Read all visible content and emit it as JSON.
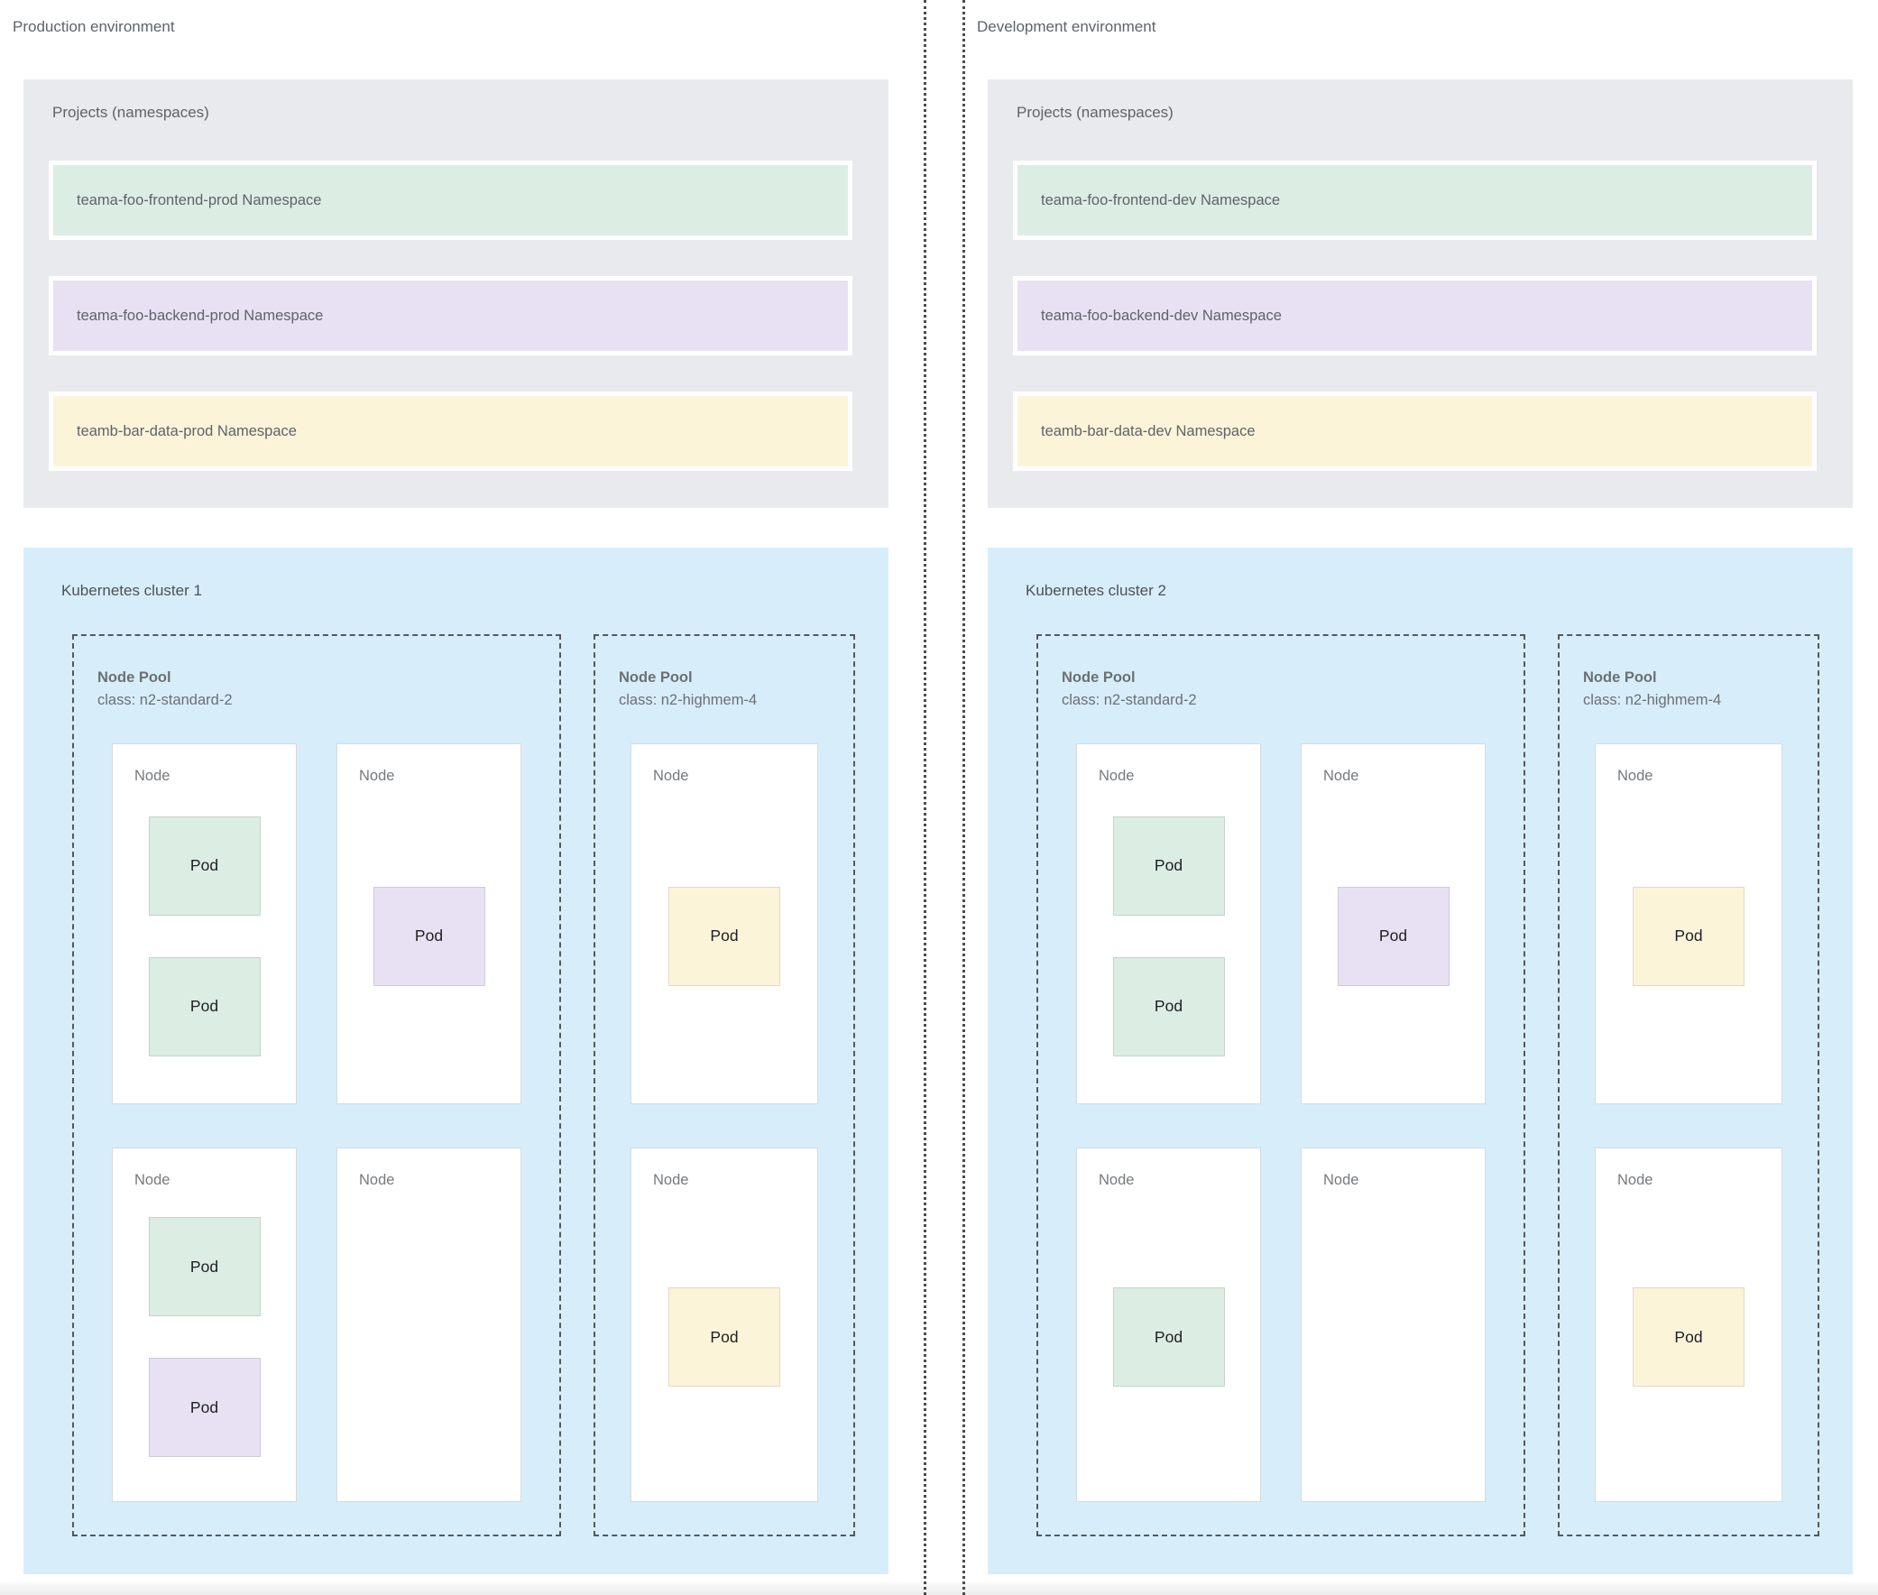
{
  "palette": {
    "green": "#dcede3",
    "purple": "#e8e1f3",
    "yellow": "#fcf4d9",
    "projects_box": "#e8eaed",
    "cluster_box": "#d7eefa",
    "node_bg": "#ffffff",
    "text_gray": "#5f6368",
    "pod_text": "#202124",
    "dashed_border": "#55585c",
    "divider": "#4a4d50"
  },
  "environments": [
    {
      "title": "Production environment",
      "projects_title": "Projects (namespaces)",
      "namespaces": [
        {
          "label": "teama-foo-frontend-prod Namespace",
          "color": "green"
        },
        {
          "label": "teama-foo-backend-prod Namespace",
          "color": "purple"
        },
        {
          "label": "teamb-bar-data-prod Namespace",
          "color": "yellow"
        }
      ],
      "cluster": {
        "title": "Kubernetes cluster 1",
        "pools": [
          {
            "name": "Node Pool",
            "class": "class: n2-standard-2",
            "nodes": [
              {
                "label": "Node",
                "pods": [
                  {
                    "label": "Pod",
                    "color": "green"
                  },
                  {
                    "label": "Pod",
                    "color": "green"
                  }
                ]
              },
              {
                "label": "Node",
                "pods": [
                  {
                    "label": "Pod",
                    "color": "purple"
                  }
                ]
              },
              {
                "label": "Node",
                "pods": [
                  {
                    "label": "Pod",
                    "color": "green"
                  },
                  {
                    "label": "Pod",
                    "color": "purple"
                  }
                ]
              },
              {
                "label": "Node",
                "pods": []
              }
            ]
          },
          {
            "name": "Node Pool",
            "class": "class: n2-highmem-4",
            "nodes": [
              {
                "label": "Node",
                "pods": [
                  {
                    "label": "Pod",
                    "color": "yellow"
                  }
                ]
              },
              {
                "label": "Node",
                "pods": [
                  {
                    "label": "Pod",
                    "color": "yellow"
                  }
                ]
              }
            ]
          }
        ]
      }
    },
    {
      "title": "Development environment",
      "projects_title": "Projects (namespaces)",
      "namespaces": [
        {
          "label": "teama-foo-frontend-dev Namespace",
          "color": "green"
        },
        {
          "label": "teama-foo-backend-dev Namespace",
          "color": "purple"
        },
        {
          "label": "teamb-bar-data-dev Namespace",
          "color": "yellow"
        }
      ],
      "cluster": {
        "title": "Kubernetes cluster 2",
        "pools": [
          {
            "name": "Node Pool",
            "class": "class: n2-standard-2",
            "nodes": [
              {
                "label": "Node",
                "pods": [
                  {
                    "label": "Pod",
                    "color": "green"
                  },
                  {
                    "label": "Pod",
                    "color": "green"
                  }
                ]
              },
              {
                "label": "Node",
                "pods": [
                  {
                    "label": "Pod",
                    "color": "purple"
                  }
                ]
              },
              {
                "label": "Node",
                "pods": [
                  {
                    "label": "Pod",
                    "color": "green"
                  }
                ]
              },
              {
                "label": "Node",
                "pods": []
              }
            ]
          },
          {
            "name": "Node Pool",
            "class": "class: n2-highmem-4",
            "nodes": [
              {
                "label": "Node",
                "pods": [
                  {
                    "label": "Pod",
                    "color": "yellow"
                  }
                ]
              },
              {
                "label": "Node",
                "pods": [
                  {
                    "label": "Pod",
                    "color": "yellow"
                  }
                ]
              }
            ]
          }
        ]
      }
    }
  ]
}
